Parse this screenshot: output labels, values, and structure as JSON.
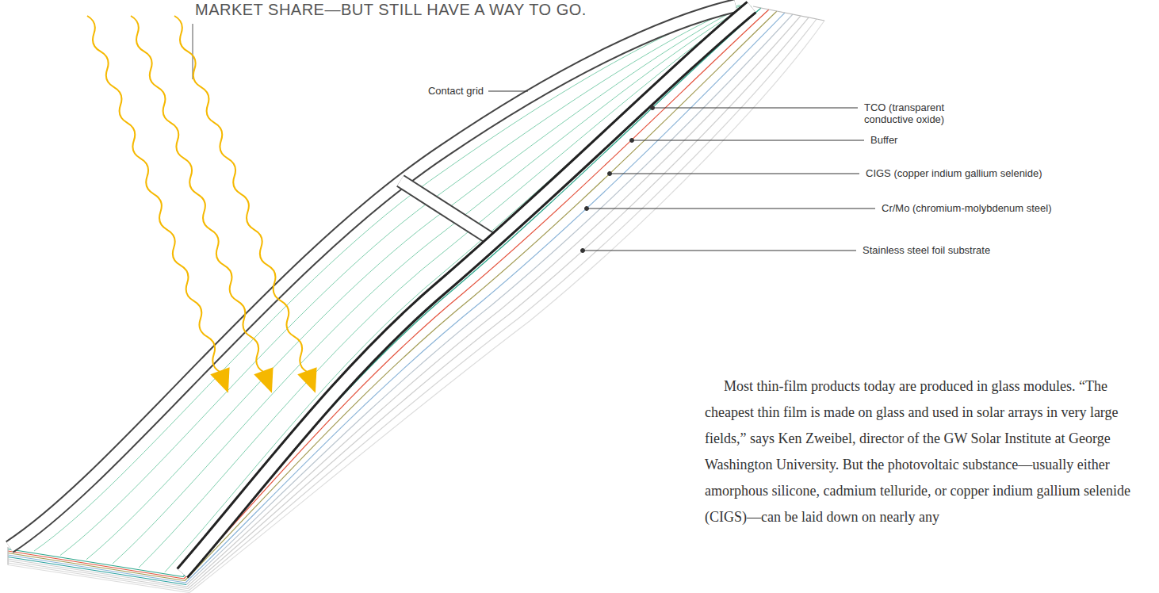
{
  "diagram": {
    "labels": [
      "MARKET SHARE—BUT STILL HAVE A WAY TO GO.",
      "Contact grid",
      "TCO (transparent conductive oxide)",
      "Buffer",
      "CIGS (copper indium gallium selenide)",
      "Cr/Mo (chromium-molybdenum steel)",
      "Stainless steel foil substrate",
      "Most thin-film products today are produced in glass modules. “The cheapest thin film is made on glass and used in solar arrays in very large fields,” says Ken Zweibel, director of the GW Solar Institute at George Washington University. But the photovoltaic substance—usually either amorphous silicone, cadmium telluride, or copper indium gallium selenide (CIGS)—can be laid down on nearly any"
    ]
  }
}
